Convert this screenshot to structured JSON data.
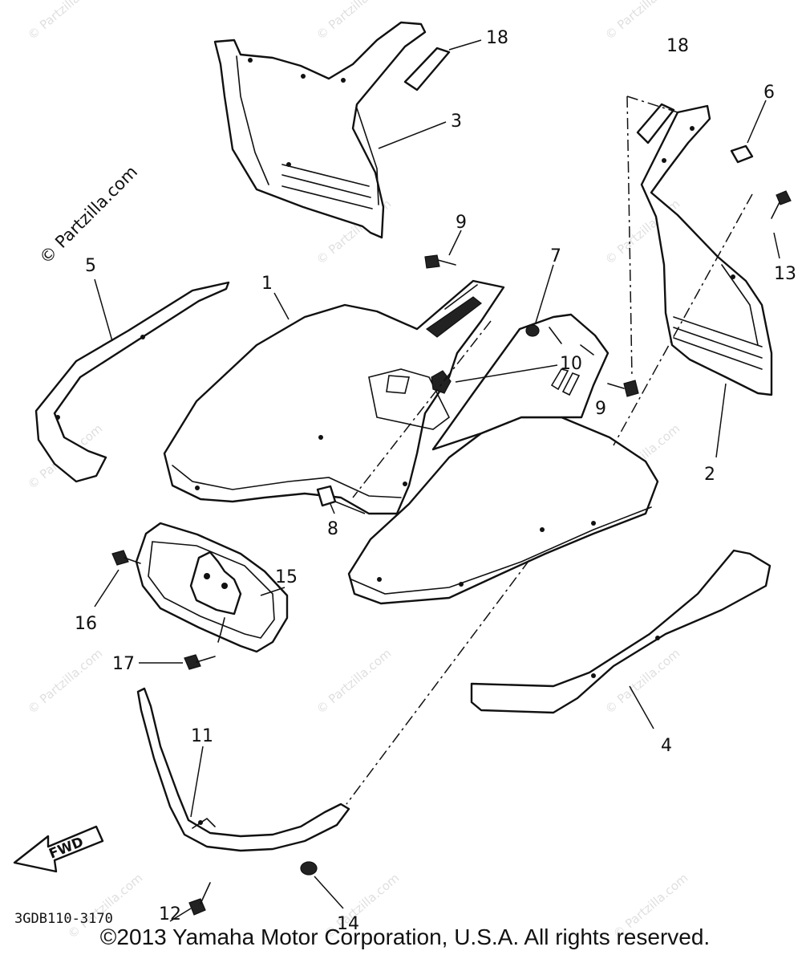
{
  "watermark": "© Partzilla.com",
  "diagram_code": "3GDB110-3170",
  "fwd_label": "FWD",
  "copyright": "©2013  Yamaha Motor Corporation, U.S.A. All rights reserved.",
  "callouts": {
    "c1": "1",
    "c2": "2",
    "c3": "3",
    "c4": "4",
    "c5": "5",
    "c6": "6",
    "c7": "7",
    "c8": "8",
    "c9a": "9",
    "c9b": "9",
    "c10": "10",
    "c11": "11",
    "c12": "12",
    "c13": "13",
    "c14": "14",
    "c15": "15",
    "c16": "16",
    "c17": "17",
    "c18a": "18",
    "c18b": "18"
  }
}
